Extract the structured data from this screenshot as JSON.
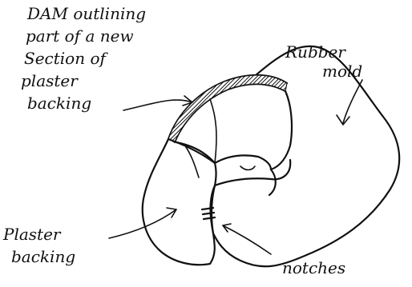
{
  "labels": {
    "dam_line1": "DAM outlining",
    "dam_line2": "part of a new",
    "dam_line3": "Section of",
    "dam_line4": "plaster",
    "dam_line5": "backing",
    "rubber_line1": "Rubber",
    "rubber_line2": "mold",
    "plaster_line1": "Plaster",
    "plaster_line2": "backing",
    "notches": "notches"
  },
  "colors": {
    "ink": "#111111",
    "background": "#ffffff"
  }
}
